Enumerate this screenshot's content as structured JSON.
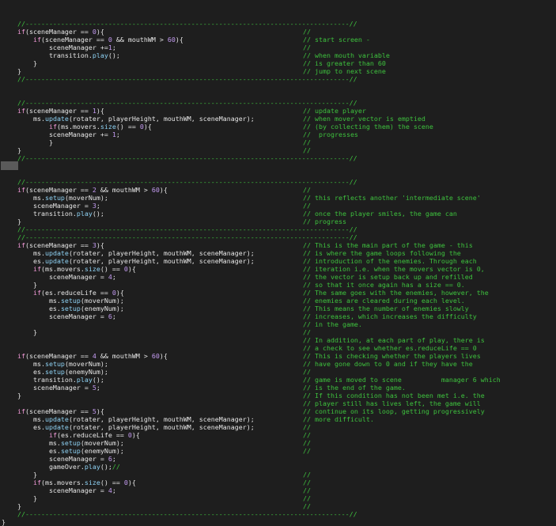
{
  "editor": {
    "language": "processing",
    "accent_colors": {
      "comment": "#3ec23e",
      "keyword": "#f29ad8",
      "function": "#8fd3f5",
      "number": "#c59cf2",
      "text": "#e6e6e6",
      "background": "#1e1e1e"
    },
    "lines": [
      {
        "code": "    //----------------------------------------------------------------------------------//",
        "comment": ""
      },
      {
        "code": "    if(sceneManager == 0){",
        "comment": "//"
      },
      {
        "code": "        if(sceneManager == 0 && mouthWM > 60){",
        "comment": "// start screen -"
      },
      {
        "code": "            sceneManager +=1;",
        "comment": "//"
      },
      {
        "code": "            transition.play();",
        "comment": "// when mouth variable"
      },
      {
        "code": "        }",
        "comment": "// is greater than 60"
      },
      {
        "code": "    }",
        "comment": "// jump to next scene"
      },
      {
        "code": "    //----------------------------------------------------------------------------------//",
        "comment": ""
      },
      {
        "code": "",
        "comment": ""
      },
      {
        "code": "",
        "comment": ""
      },
      {
        "code": "    //----------------------------------------------------------------------------------//",
        "comment": ""
      },
      {
        "code": "    if(sceneManager == 1){",
        "comment": "// update player"
      },
      {
        "code": "        ms.update(rotater, playerHeight, mouthWM, sceneManager);",
        "comment": "// when mover vector is emptied"
      },
      {
        "code": "            if(ms.movers.size() == 0){",
        "comment": "// (by collecting them) the scene"
      },
      {
        "code": "            sceneManager += 1;",
        "comment": "//  progresses"
      },
      {
        "code": "            }",
        "comment": "//"
      },
      {
        "code": "    }",
        "comment": "//"
      },
      {
        "code": "    //----------------------------------------------------------------------------------//",
        "comment": ""
      },
      {
        "code": "",
        "comment": ""
      },
      {
        "code": "",
        "comment": ""
      },
      {
        "code": "    //----------------------------------------------------------------------------------//",
        "comment": ""
      },
      {
        "code": "    if(sceneManager == 2 && mouthWM > 60){",
        "comment": "//"
      },
      {
        "code": "        ms.setup(moverNum);",
        "comment": "// this reflects another 'intermediate scene'"
      },
      {
        "code": "        sceneManager = 3;",
        "comment": "//"
      },
      {
        "code": "        transition.play();",
        "comment": "// once the player smiles, the game can"
      },
      {
        "code": "    }",
        "comment": "// progress"
      },
      {
        "code": "    //----------------------------------------------------------------------------------//",
        "comment": ""
      },
      {
        "code": "    //----------------------------------------------------------------------------------//",
        "comment": ""
      },
      {
        "code": "    if(sceneManager == 3){",
        "comment": "// This is the main part of the game - this"
      },
      {
        "code": "        ms.update(rotater, playerHeight, mouthWM, sceneManager);",
        "comment": "// is where the game loops following the"
      },
      {
        "code": "        es.update(rotater, playerHeight, mouthWM, sceneManager);",
        "comment": "// introduction of the enemies. Through each"
      },
      {
        "code": "        if(ms.movers.size() == 0){",
        "comment": "// iteration i.e. when the movers vector is 0,"
      },
      {
        "code": "            sceneManager = 4;",
        "comment": "// the vector is setup back up and refilled"
      },
      {
        "code": "        }",
        "comment": "// so that it once again has a size == 0."
      },
      {
        "code": "        if(es.reduceLife == 0){",
        "comment": "// The same goes with the enemies, however, the"
      },
      {
        "code": "            ms.setup(moverNum);",
        "comment": "// enemies are cleared during each level."
      },
      {
        "code": "            es.setup(enemyNum);",
        "comment": "// This means the number of enemies slowly"
      },
      {
        "code": "            sceneManager = 6;",
        "comment": "// increases, which increases the difficulty"
      },
      {
        "code": "",
        "comment": "// in the game."
      },
      {
        "code": "        }",
        "comment": "//"
      },
      {
        "code": "",
        "comment": "// In addition, at each part of play, there is"
      },
      {
        "code": "",
        "comment": "// a check to see whether es.reduceLife == 0"
      },
      {
        "code": "    if(sceneManager == 4 && mouthWM > 60){",
        "comment": "// This is checking whether the players lives"
      },
      {
        "code": "        ms.setup(moverNum);",
        "comment": "// have gone down to 0 and if they have the"
      },
      {
        "code": "        es.setup(enemyNum);",
        "comment": "//"
      },
      {
        "code": "        transition.play();",
        "comment": "// game is moved to scene          manager 6 which"
      },
      {
        "code": "        sceneManager = 5;",
        "comment": "// is the end of the game."
      },
      {
        "code": "    }",
        "comment": "// If this condition has not been met i.e. the"
      },
      {
        "code": "",
        "comment": "// player still has lives left, the game will"
      },
      {
        "code": "    if(sceneManager == 5){",
        "comment": "// continue on its loop, getting progressively"
      },
      {
        "code": "        ms.update(rotater, playerHeight, mouthWM, sceneManager);",
        "comment": "// more difficult."
      },
      {
        "code": "        es.update(rotater, playerHeight, mouthWM, sceneManager);",
        "comment": "//"
      },
      {
        "code": "            if(es.reduceLife == 0){",
        "comment": "//"
      },
      {
        "code": "            ms.setup(moverNum);",
        "comment": "//"
      },
      {
        "code": "            es.setup(enemyNum);",
        "comment": "//"
      },
      {
        "code": "            sceneManager = 6;",
        "comment": ""
      },
      {
        "code": "            gameOver.play();//",
        "comment": ""
      },
      {
        "code": "        }",
        "comment": "//"
      },
      {
        "code": "        if(ms.movers.size() == 0){",
        "comment": "//"
      },
      {
        "code": "            sceneManager = 4;",
        "comment": "//"
      },
      {
        "code": "        }",
        "comment": "//"
      },
      {
        "code": "    }",
        "comment": "//"
      },
      {
        "code": "    //----------------------------------------------------------------------------------//",
        "comment": ""
      },
      {
        "code": "}",
        "comment": ""
      }
    ]
  }
}
